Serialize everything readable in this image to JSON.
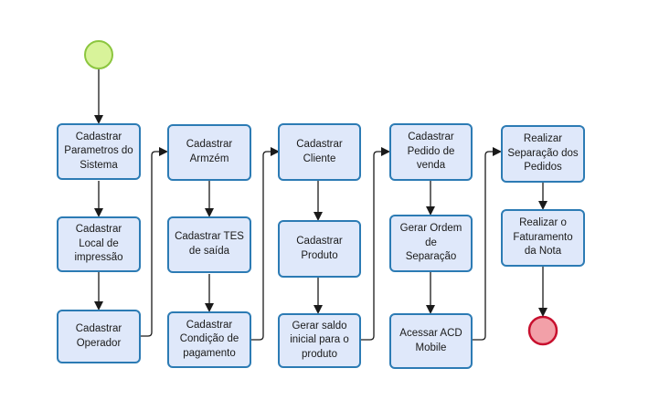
{
  "colors": {
    "box_fill": "#dfe8fa",
    "box_border": "#2c7bb4",
    "arrow": "#1a1a1a",
    "start_fill": "#d8f39a",
    "start_border": "#8cc63f",
    "end_fill": "#f2a0a8",
    "end_border": "#c8102e"
  },
  "start_event": {
    "icon": "start-event-circle"
  },
  "end_event": {
    "icon": "end-event-circle"
  },
  "steps": [
    {
      "label": "Cadastrar\nParametros do\nSistema"
    },
    {
      "label": "Cadastrar\nLocal de\nimpressão"
    },
    {
      "label": "Cadastrar\nOperador"
    },
    {
      "label": "Cadastrar\nArmzém"
    },
    {
      "label": "Cadastrar TES\nde saída"
    },
    {
      "label": "Cadastrar\nCondição de\npagamento"
    },
    {
      "label": "Cadastrar\nCliente"
    },
    {
      "label": "Cadastrar\nProduto"
    },
    {
      "label": "Gerar saldo\ninicial para o\nproduto"
    },
    {
      "label": "Cadastrar\nPedido de\nvenda"
    },
    {
      "label": "Gerar Ordem de\nSeparação"
    },
    {
      "label": "Acessar ACD\nMobile"
    },
    {
      "label": "Realizar\nSeparação dos\nPedidos"
    },
    {
      "label": "Realizar o\nFaturamento\nda Nota"
    }
  ]
}
